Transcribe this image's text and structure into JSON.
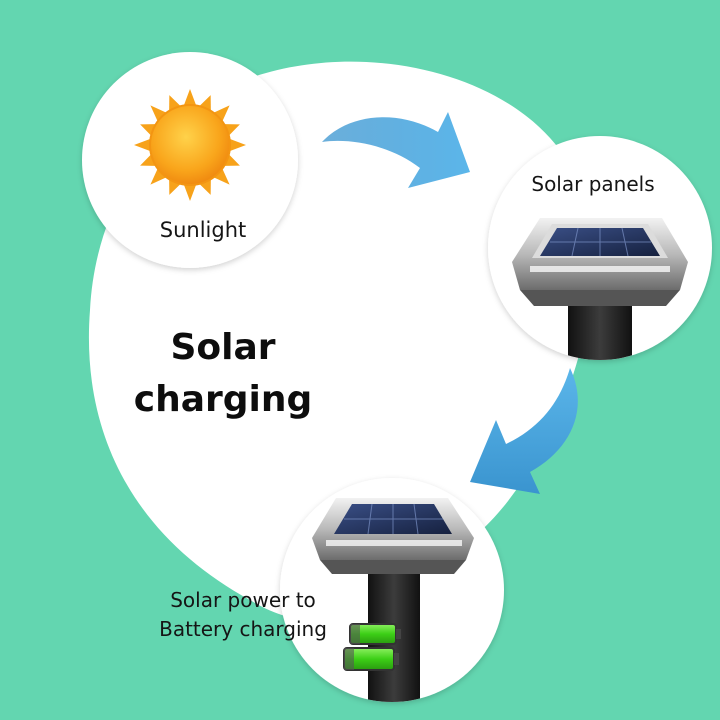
{
  "diagram": {
    "title_line1": "Solar",
    "title_line2": "charging",
    "steps": [
      {
        "label": "Sunlight",
        "icon": "sun-icon"
      },
      {
        "label": "Solar panels",
        "icon": "solar-light-icon"
      },
      {
        "label_line1": "Solar power to",
        "label_line2": "Battery charging",
        "icon": "battery-icon"
      }
    ]
  },
  "colors": {
    "background": "#63d6b0",
    "circle": "#ffffff",
    "arrow": "#4ea8dc",
    "sun": "#f8a81a",
    "battery_fill": "#46d81e"
  }
}
